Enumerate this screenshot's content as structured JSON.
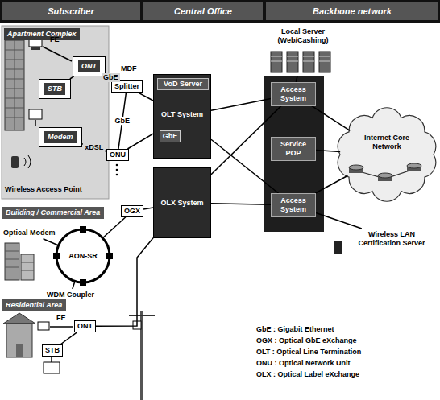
{
  "diagram": {
    "nodes": [
      {
        "text": [
          "Subscriber"
        ]
      },
      {
        "text": [
          "Central Office"
        ]
      },
      {
        "text": [
          "Backbone network"
        ]
      },
      {
        "text": [
          "Apartment Complex"
        ]
      },
      {
        "text": [
          "ONT"
        ],
        "in": 3
      },
      {
        "text": [
          "STB"
        ],
        "in": 3
      },
      {
        "text": [
          "Modem"
        ],
        "in": 3
      },
      {
        "text": [
          "Splitter"
        ]
      },
      {
        "text": [
          "ONU"
        ]
      },
      {
        "text": [
          "OLT System",
          "GbE"
        ]
      },
      {
        "text": [
          "VoD Server"
        ],
        "in": 9
      },
      {
        "text": [
          "Local Server (Web/Cashing)"
        ]
      },
      {
        "text": [
          "Access System"
        ]
      },
      {
        "text": [
          "Service POP"
        ]
      },
      {
        "text": [
          "Access System"
        ]
      },
      {
        "text": [
          "OLX System"
        ]
      },
      {
        "text": [
          "Internet Core Network"
        ]
      },
      {
        "text": [
          "Wireless LAN Certification Server"
        ]
      },
      {
        "text": [
          "Building / Commercial Area"
        ]
      },
      {
        "text": [
          "Optical Modem"
        ]
      },
      {
        "text": [
          "AON-SR"
        ]
      },
      {
        "text": [
          "WDM Coupler"
        ]
      },
      {
        "text": [
          "OGX"
        ]
      },
      {
        "text": [
          "Residential Area"
        ]
      },
      {
        "text": [
          "ONT"
        ]
      },
      {
        "text": [
          "STB"
        ]
      }
    ],
    "edges": [
      {
        "from": 4,
        "to": 7,
        "label": "GbE",
        "arrow": "none"
      },
      {
        "from": 5,
        "to": 4,
        "arrow": "none"
      },
      {
        "from": 7,
        "to": 8,
        "label": "GbE",
        "arrow": "none"
      },
      {
        "from": 6,
        "to": 8,
        "label": "xDSL",
        "arrow": "none"
      },
      {
        "from": 7,
        "to": 9,
        "arrow": "none"
      },
      {
        "from": 8,
        "to": 9,
        "arrow": "none"
      },
      {
        "from": 9,
        "to": 12,
        "arrow": "none"
      },
      {
        "from": 9,
        "to": 14,
        "arrow": "none"
      },
      {
        "from": 15,
        "to": 12,
        "arrow": "none"
      },
      {
        "from": 15,
        "to": 14,
        "arrow": "none"
      },
      {
        "from": 11,
        "to": 12,
        "arrow": "none"
      },
      {
        "from": 12,
        "to": 16,
        "arrow": "none"
      },
      {
        "from": 13,
        "to": 16,
        "arrow": "none"
      },
      {
        "from": 14,
        "to": 16,
        "arrow": "none"
      },
      {
        "from": 14,
        "to": 17,
        "arrow": "none"
      },
      {
        "from": 19,
        "to": 20,
        "arrow": "none"
      },
      {
        "from": 21,
        "to": 20,
        "arrow": "none"
      },
      {
        "from": 20,
        "to": 22,
        "arrow": "none"
      },
      {
        "from": 22,
        "to": 15,
        "arrow": "none"
      },
      {
        "from": 25,
        "to": 24,
        "arrow": "none"
      },
      {
        "from": 24,
        "to": 15,
        "arrow": "none"
      }
    ],
    "labels": [
      "FE",
      "MDF",
      "Wireless Access Point",
      "FE",
      "GbE : Gigabit Ethernet",
      "OGX : Optical GbE eXchange",
      "OLT : Optical Line Termination",
      "ONU : Optical Network Unit",
      "OLX : Optical Label eXchange"
    ]
  }
}
